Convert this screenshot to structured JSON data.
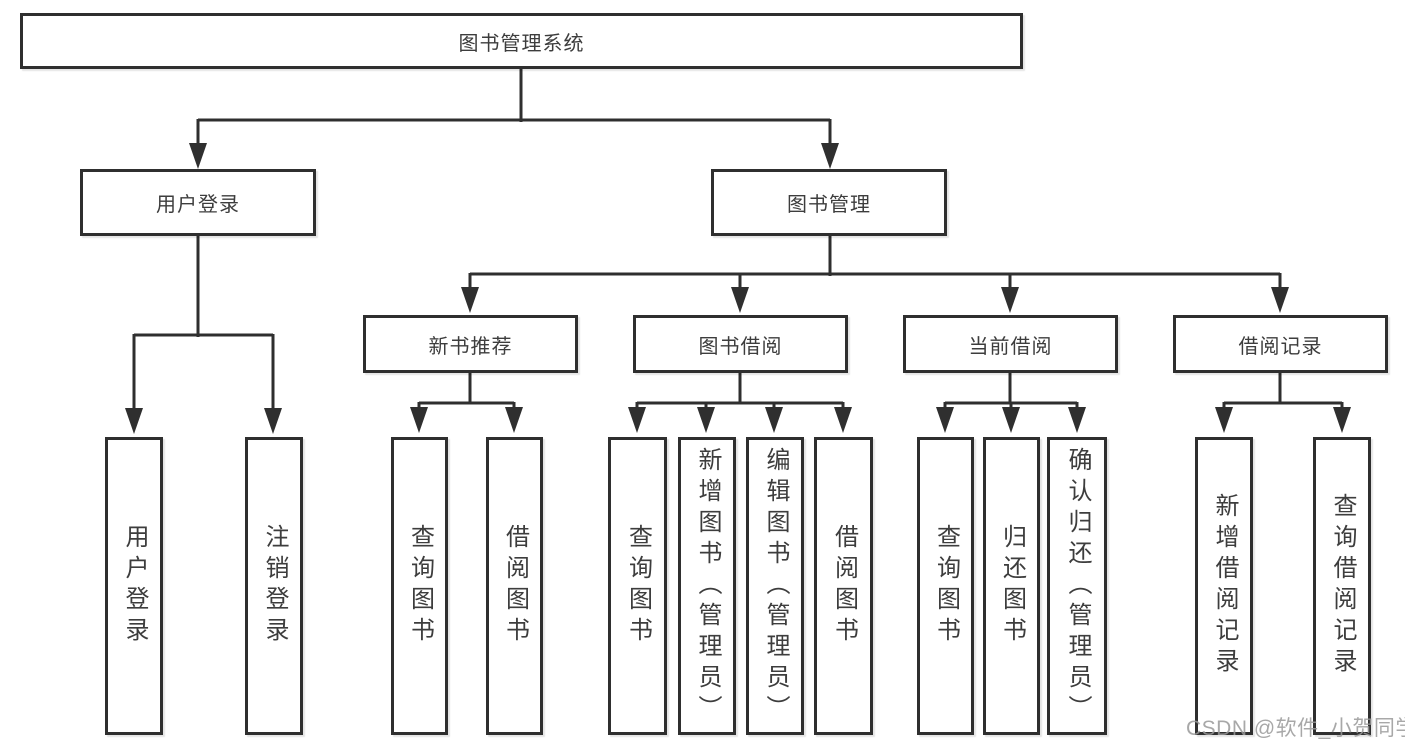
{
  "colors": {
    "line": "#2f2f2f",
    "box_border": "#2f2f2f",
    "box_fill": "#ffffff",
    "text": "#3d3d3d",
    "watermark": "#999999",
    "background": "#ffffff"
  },
  "root": {
    "label": "图书管理系统"
  },
  "user_login": {
    "label": "用户登录",
    "children": [
      {
        "label": "用户登录"
      },
      {
        "label": "注销登录"
      }
    ]
  },
  "book_mgmt": {
    "label": "图书管理"
  },
  "modules": [
    {
      "label": "新书推荐",
      "children": [
        {
          "label": "查询图书"
        },
        {
          "label": "借阅图书"
        }
      ]
    },
    {
      "label": "图书借阅",
      "children": [
        {
          "label": "查询图书"
        },
        {
          "label": "新增图书（管理员）"
        },
        {
          "label": "编辑图书（管理员）"
        },
        {
          "label": "借阅图书"
        }
      ]
    },
    {
      "label": "当前借阅",
      "children": [
        {
          "label": "查询图书"
        },
        {
          "label": "归还图书"
        },
        {
          "label": "确认归还（管理员）"
        }
      ]
    },
    {
      "label": "借阅记录",
      "children": [
        {
          "label": "新增借阅记录"
        },
        {
          "label": "查询借阅记录"
        }
      ]
    }
  ],
  "watermark": {
    "text": "CSDN @软件_小贺同学"
  }
}
